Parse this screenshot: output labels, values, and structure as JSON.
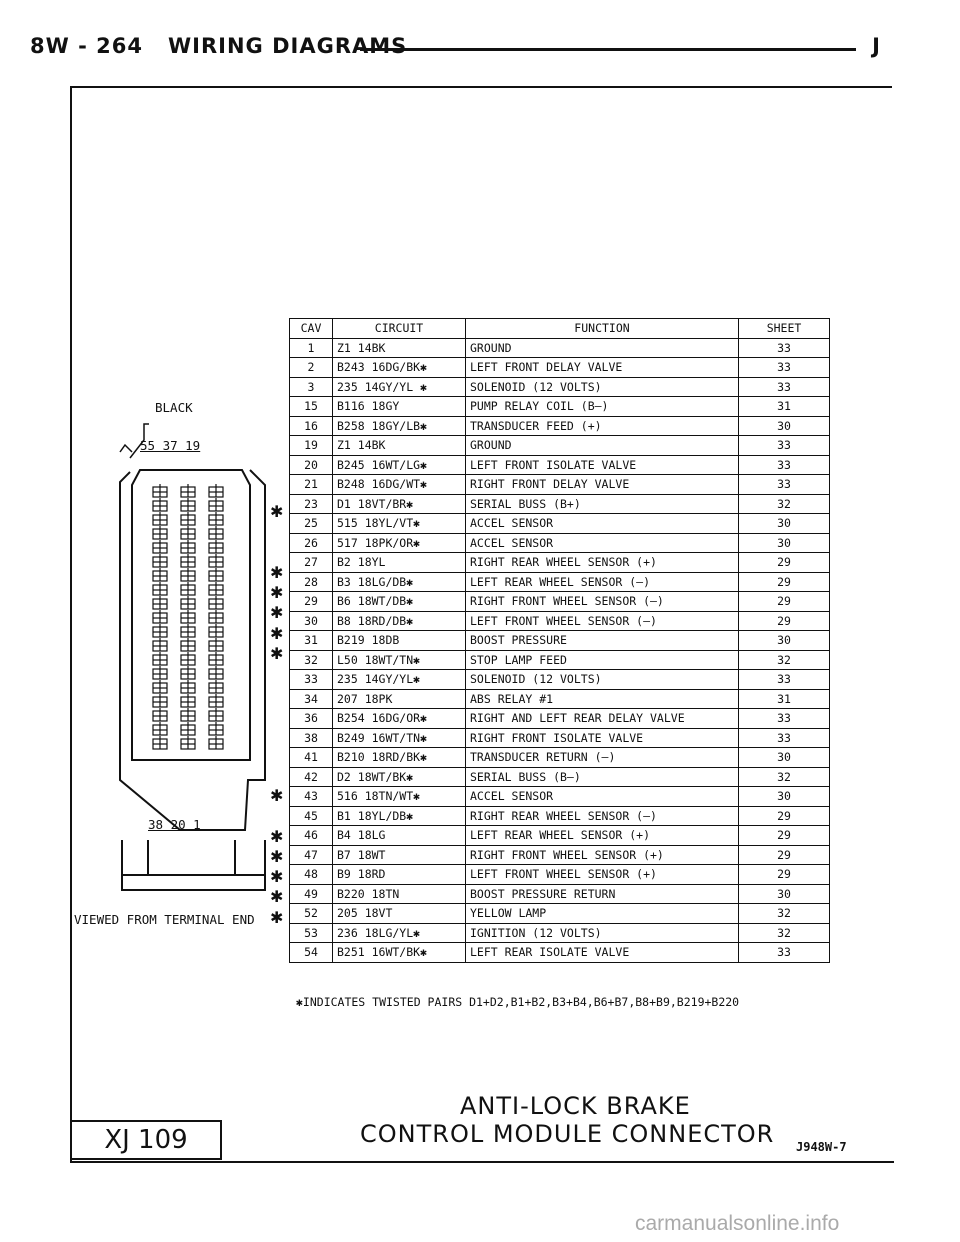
{
  "header": {
    "page_number": "8W - 264",
    "section_title": "WIRING DIAGRAMS",
    "letter": "J"
  },
  "connector": {
    "color_label": "BLACK",
    "top_cavities": "55 37 19",
    "bottom_cavities": "38 20 1",
    "view_label": "VIEWED FROM TERMINAL END"
  },
  "table": {
    "headers": [
      "CAV",
      "CIRCUIT",
      "FUNCTION",
      "SHEET"
    ],
    "rows": [
      {
        "cav": "1",
        "circuit": "Z1 14BK",
        "function": "GROUND",
        "sheet": "33",
        "star": false
      },
      {
        "cav": "2",
        "circuit": "B243 16DG/BK✱",
        "function": "LEFT FRONT DELAY VALVE",
        "sheet": "33",
        "star": false
      },
      {
        "cav": "3",
        "circuit": "235 14GY/YL ✱",
        "function": "SOLENOID (12 VOLTS)",
        "sheet": "33",
        "star": false
      },
      {
        "cav": "15",
        "circuit": "B116 18GY",
        "function": "PUMP RELAY COIL (B—)",
        "sheet": "31",
        "star": false
      },
      {
        "cav": "16",
        "circuit": "B258 18GY/LB✱",
        "function": "TRANSDUCER FEED (+)",
        "sheet": "30",
        "star": false
      },
      {
        "cav": "19",
        "circuit": "Z1 14BK",
        "function": "GROUND",
        "sheet": "33",
        "star": false
      },
      {
        "cav": "20",
        "circuit": "B245 16WT/LG✱",
        "function": "LEFT FRONT ISOLATE VALVE",
        "sheet": "33",
        "star": false
      },
      {
        "cav": "21",
        "circuit": "B248 16DG/WT✱",
        "function": "RIGHT FRONT DELAY VALVE",
        "sheet": "33",
        "star": false
      },
      {
        "cav": "23",
        "circuit": "D1 18VT/BR✱",
        "function": "SERIAL BUSS (B+)",
        "sheet": "32",
        "star": true
      },
      {
        "cav": "25",
        "circuit": "515 18YL/VT✱",
        "function": "ACCEL SENSOR",
        "sheet": "30",
        "star": false
      },
      {
        "cav": "26",
        "circuit": "517 18PK/OR✱",
        "function": "ACCEL SENSOR",
        "sheet": "30",
        "star": false
      },
      {
        "cav": "27",
        "circuit": "B2 18YL",
        "function": "RIGHT REAR WHEEL SENSOR (+)",
        "sheet": "29",
        "star": true
      },
      {
        "cav": "28",
        "circuit": "B3 18LG/DB✱",
        "function": "LEFT REAR WHEEL SENSOR (—)",
        "sheet": "29",
        "star": true
      },
      {
        "cav": "29",
        "circuit": "B6 18WT/DB✱",
        "function": "RIGHT FRONT WHEEL SENSOR (—)",
        "sheet": "29",
        "star": true
      },
      {
        "cav": "30",
        "circuit": "B8 18RD/DB✱",
        "function": "LEFT FRONT WHEEL SENSOR (—)",
        "sheet": "29",
        "star": true
      },
      {
        "cav": "31",
        "circuit": "B219 18DB",
        "function": "BOOST PRESSURE",
        "sheet": "30",
        "star": true
      },
      {
        "cav": "32",
        "circuit": "L50 18WT/TN✱",
        "function": "STOP LAMP FEED",
        "sheet": "32",
        "star": false
      },
      {
        "cav": "33",
        "circuit": "235 14GY/YL✱",
        "function": "SOLENOID (12 VOLTS)",
        "sheet": "33",
        "star": false
      },
      {
        "cav": "34",
        "circuit": "207 18PK",
        "function": "ABS RELAY #1",
        "sheet": "31",
        "star": false
      },
      {
        "cav": "36",
        "circuit": "B254 16DG/OR✱",
        "function": "RIGHT AND LEFT REAR DELAY VALVE",
        "sheet": "33",
        "star": false
      },
      {
        "cav": "38",
        "circuit": "B249 16WT/TN✱",
        "function": "RIGHT FRONT ISOLATE VALVE",
        "sheet": "33",
        "star": false
      },
      {
        "cav": "41",
        "circuit": "B210 18RD/BK✱",
        "function": "TRANSDUCER RETURN (—)",
        "sheet": "30",
        "star": false
      },
      {
        "cav": "42",
        "circuit": "D2 18WT/BK✱",
        "function": "SERIAL BUSS (B—)",
        "sheet": "32",
        "star": true
      },
      {
        "cav": "43",
        "circuit": "516 18TN/WT✱",
        "function": "ACCEL SENSOR",
        "sheet": "30",
        "star": false
      },
      {
        "cav": "45",
        "circuit": "B1 18YL/DB✱",
        "function": "RIGHT REAR WHEEL SENSOR (—)",
        "sheet": "29",
        "star": true
      },
      {
        "cav": "46",
        "circuit": "B4 18LG",
        "function": "LEFT REAR WHEEL SENSOR (+)",
        "sheet": "29",
        "star": true
      },
      {
        "cav": "47",
        "circuit": "B7 18WT",
        "function": "RIGHT FRONT WHEEL SENSOR (+)",
        "sheet": "29",
        "star": true
      },
      {
        "cav": "48",
        "circuit": "B9 18RD",
        "function": "LEFT FRONT WHEEL SENSOR (+)",
        "sheet": "29",
        "star": true
      },
      {
        "cav": "49",
        "circuit": "B220 18TN",
        "function": "BOOST PRESSURE RETURN",
        "sheet": "30",
        "star": true
      },
      {
        "cav": "52",
        "circuit": "205 18VT",
        "function": "YELLOW LAMP",
        "sheet": "32",
        "star": false
      },
      {
        "cav": "53",
        "circuit": "236 18LG/YL✱",
        "function": "IGNITION (12 VOLTS)",
        "sheet": "32",
        "star": false
      },
      {
        "cav": "54",
        "circuit": "B251 16WT/BK✱",
        "function": "LEFT REAR ISOLATE VALVE",
        "sheet": "33",
        "star": false
      }
    ]
  },
  "star_symbol": "✱",
  "footnote": "✱INDICATES TWISTED PAIRS D1+D2,B1+B2,B3+B4,B6+B7,B8+B9,B219+B220",
  "title_line1": "ANTI-LOCK BRAKE",
  "title_line2": "CONTROL MODULE CONNECTOR",
  "model_box": "XJ 109",
  "figure_code": "J948W-7",
  "watermark": "carmanualsonline.info"
}
